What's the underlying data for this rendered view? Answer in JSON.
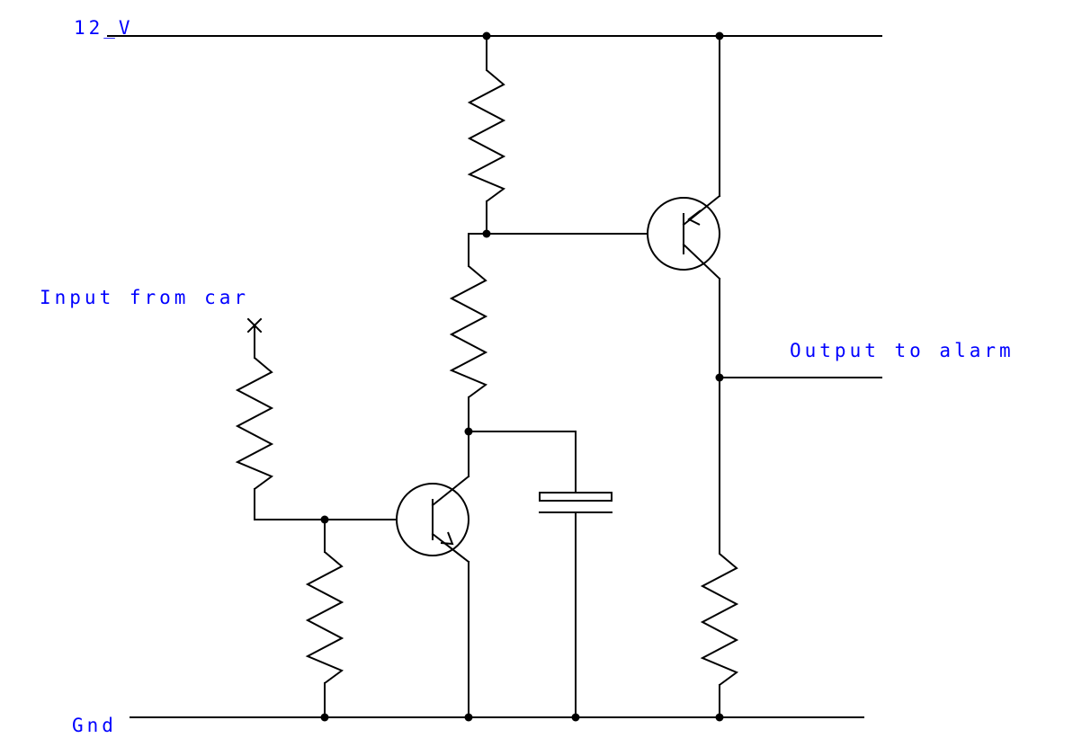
{
  "labels": {
    "supply": "12_V",
    "ground": "Gnd",
    "input": "Input from car",
    "output": "Output to alarm"
  },
  "colors": {
    "label": "#0000ff",
    "line": "#000000",
    "background": "#ffffff"
  },
  "components": {
    "resistors": 5,
    "npn_transistors": 1,
    "pnp_transistors": 1,
    "capacitors": 1
  }
}
